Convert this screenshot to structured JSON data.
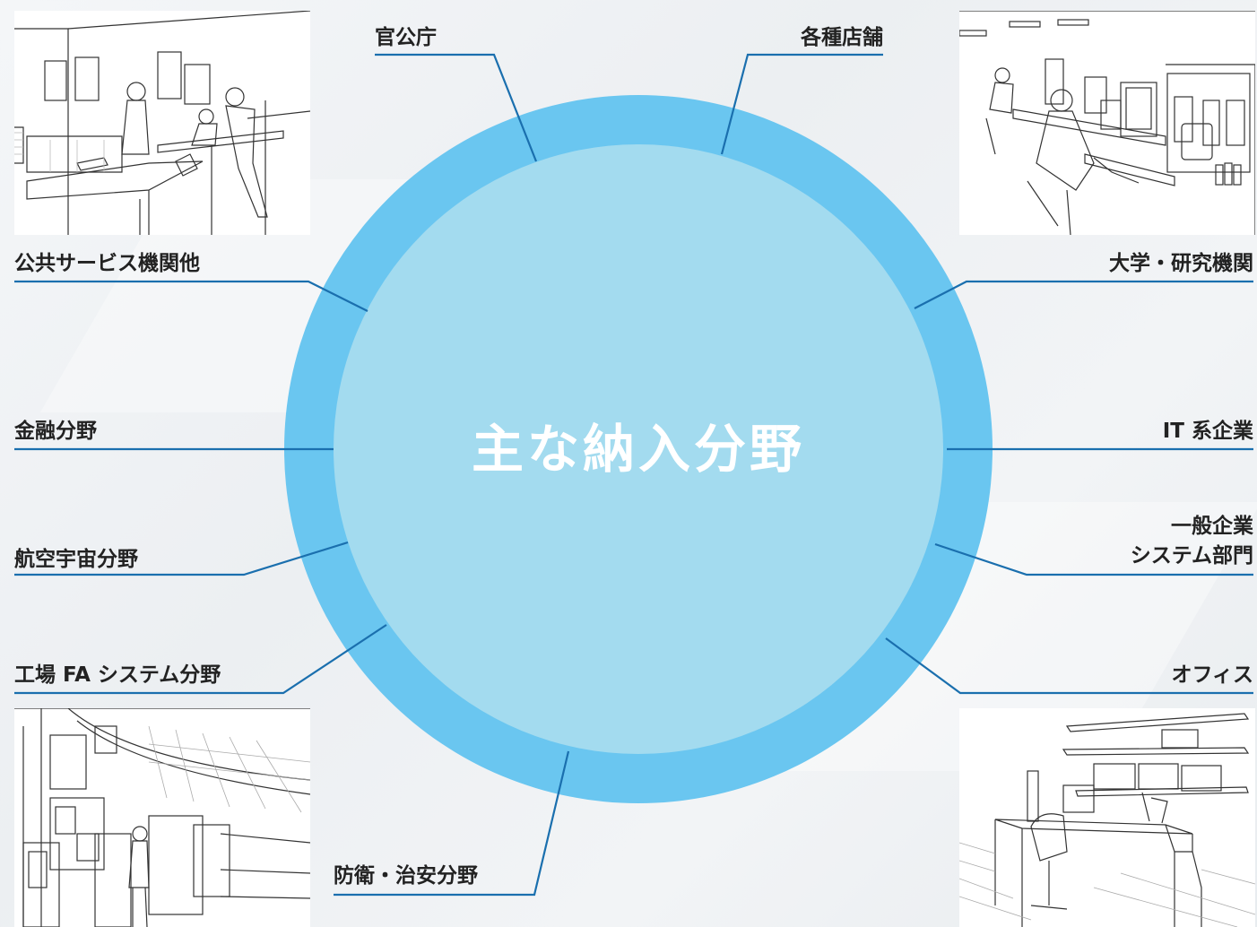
{
  "center_title": "主な納入分野",
  "labels": {
    "kankocho": "官公庁",
    "kakushu_tenpo": "各種店舗",
    "kokyo_service": "公共サービス機関他",
    "daigaku": "大学・研究機関",
    "kinyu": "金融分野",
    "it_kigyo": "IT 系企業",
    "kokuu_uchu": "航空宇宙分野",
    "ippan_kigyo_line1": "一般企業",
    "ippan_kigyo_line2": "システム部門",
    "kojo_fa": "工場 FA システム分野",
    "office": "オフィス",
    "boei_chian": "防衛・治安分野"
  },
  "colors": {
    "line": "#1a6fae",
    "circle_core": "#a3dbef",
    "circle_glow": "#6ac6f0",
    "text": "#222222",
    "center_text": "#ffffff"
  }
}
